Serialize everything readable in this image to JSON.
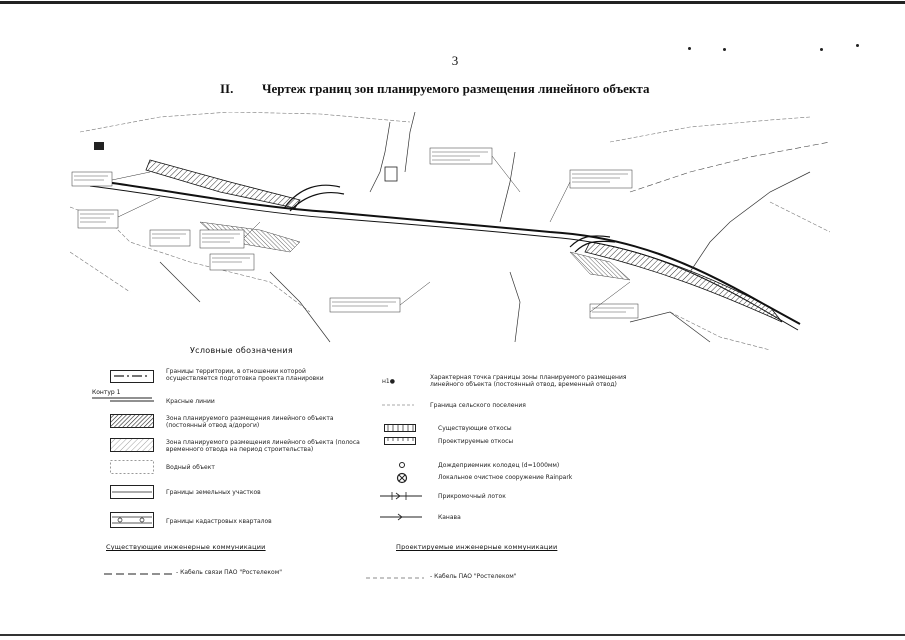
{
  "page": {
    "number": "3",
    "section_number": "II.",
    "title": "Чертеж границ зон планируемого размещения линейного объекта"
  },
  "legend": {
    "heading": "Условные обозначения",
    "contour_label": "Контур 1",
    "left_items": [
      "Границы территории, в отношении которой осуществляется подготовка проекта планировки",
      "Красные линии",
      "Зона планируемого размещения линейного объекта (постоянный отвод а/дороги)",
      "Зона планируемого размещения линейного объекта (полоса временного отвода на период строительства)",
      "Водный объект",
      "Границы земельных участков",
      "Границы кадастровых кварталов"
    ],
    "right_items": [
      "Характерная точка границы зоны планируемого размещения линейного объекта (постоянный отвод, временный отвод)",
      "Граница сельского поселения",
      "Существующие откосы",
      "Проектируемые откосы",
      "Дождеприемник колодец (d=1000мм)",
      "Локальное очистное сооружение Rainpark",
      "Прикромочный лоток",
      "Канава"
    ],
    "point_marker_label": "н1●",
    "existing_header": "Существующие инженерные коммуникации",
    "projected_header": "Проектируемые инженерные коммуникации",
    "existing_cable": "- Кабель связи ПАО \"Ростелеком\"",
    "projected_cable": "- Кабель ПАО \"Ростелеком\""
  },
  "colors": {
    "ink": "#111111",
    "line_gray": "#555555",
    "hatch": "#333333"
  }
}
